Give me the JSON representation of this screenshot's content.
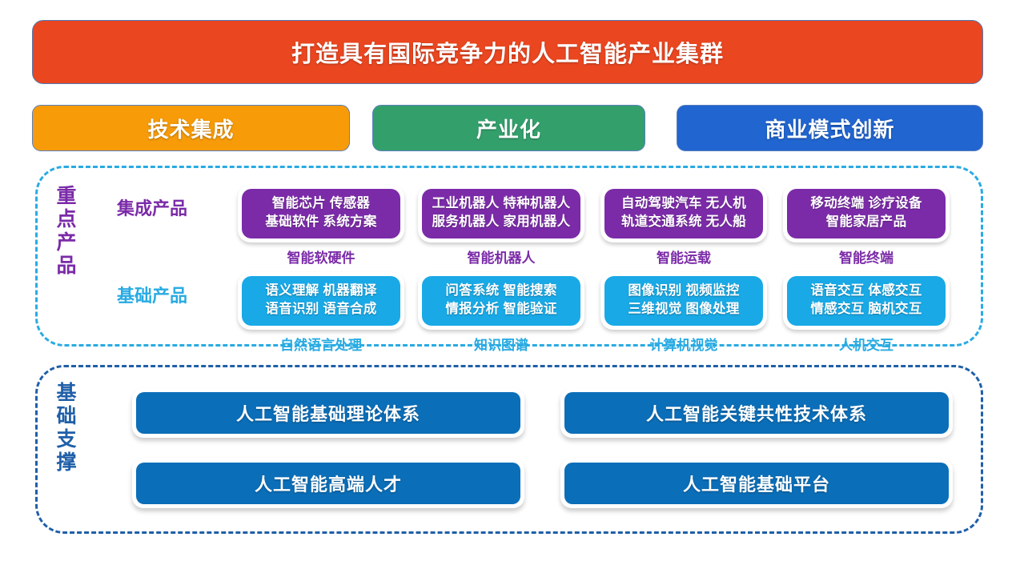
{
  "title": {
    "text": "打造具有国际竞争力的人工智能产业集群",
    "bg_color": "#EA4620"
  },
  "categories": [
    {
      "label": "技术集成",
      "color": "#F79B08"
    },
    {
      "label": "产业化",
      "color": "#33A06C"
    },
    {
      "label": "商业模式创新",
      "color": "#2165D0"
    }
  ],
  "products_section": {
    "side_label": "重点产品",
    "border_color": "#29ABE2",
    "rows": [
      {
        "row_label": "集成产品",
        "color": "#7B2BA8",
        "cards": [
          {
            "line1": "智能芯片 传感器",
            "line2": "基础软件 系统方案",
            "caption": "智能软硬件"
          },
          {
            "line1": "工业机器人 特种机器人",
            "line2": "服务机器人 家用机器人",
            "caption": "智能机器人"
          },
          {
            "line1": "自动驾驶汽车 无人机",
            "line2": "轨道交通系统 无人船",
            "caption": "智能运载"
          },
          {
            "line1": "移动终端 诊疗设备",
            "line2": "智能家居产品",
            "caption": "智能终端"
          }
        ]
      },
      {
        "row_label": "基础产品",
        "color": "#19A9E6",
        "cards": [
          {
            "line1": "语义理解 机器翻译",
            "line2": "语音识别 语音合成",
            "caption": "自然语言处理"
          },
          {
            "line1": "问答系统 智能搜索",
            "line2": "情报分析 智能验证",
            "caption": "知识图谱"
          },
          {
            "line1": "图像识别 视频监控",
            "line2": "三维视觉 图像处理",
            "caption": "计算机视觉"
          },
          {
            "line1": "语音交互 体感交互",
            "line2": "情感交互 脑机交互",
            "caption": "人机交互"
          }
        ]
      }
    ]
  },
  "support_section": {
    "side_label": "基础支撑",
    "border_color": "#1F5FA8",
    "card_color": "#0B6EB8",
    "cards": [
      "人工智能基础理论体系",
      "人工智能关键共性技术体系",
      "人工智能高端人才",
      "人工智能基础平台"
    ]
  }
}
